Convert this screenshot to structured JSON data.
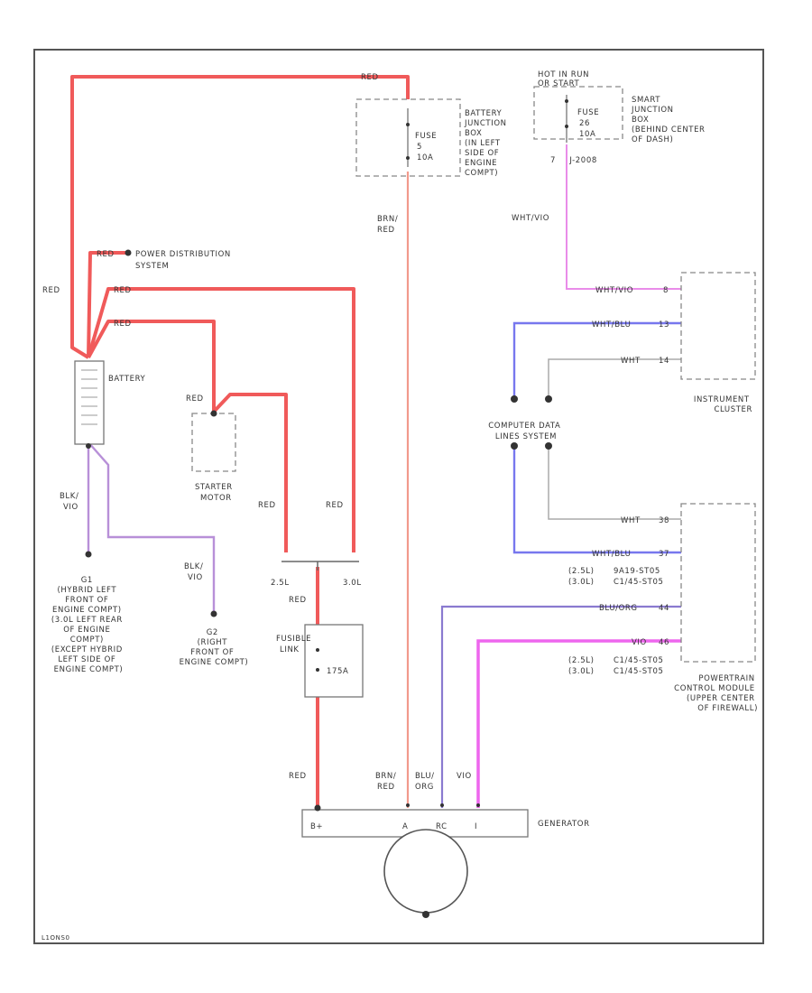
{
  "labels": {
    "wire_red_top": "RED",
    "battery_jbox": [
      "BATTERY",
      "JUNCTION",
      "BOX",
      "(IN LEFT",
      "SIDE OF",
      "ENGINE",
      "COMPT)"
    ],
    "fuse_top_left": [
      "FUSE",
      "5",
      "10A"
    ],
    "hot_run": [
      "HOT IN RUN",
      "OR START"
    ],
    "fuse_top_right": [
      "FUSE",
      "26",
      "10A"
    ],
    "smart_jbox": [
      "SMART",
      "JUNCTION",
      "BOX",
      "(BEHIND CENTER",
      "OF DASH)"
    ],
    "connector_top_right": "J-2008",
    "wire_brn_red_top": [
      "BRN/",
      "RED"
    ],
    "wire_wht_vio_vertical": "WHT/VIO",
    "wire_red_power": "RED",
    "power_distribution": [
      "POWER DISTRIBUTION",
      "SYSTEM"
    ],
    "wire_red_left": "RED",
    "wire_red_battery_1": "RED",
    "wire_red_battery_2": "RED",
    "battery": "BATTERY",
    "wire_red_starter": "RED",
    "starter_motor": [
      "STARTER",
      "MOTOR"
    ],
    "wire_blk_vio_left": [
      "BLK/",
      "VIO"
    ],
    "wire_blk_vio_right": [
      "BLK/",
      "VIO"
    ],
    "wire_red_mid_left": "RED",
    "wire_red_mid_right": "RED",
    "splice_left": "2.5L",
    "splice_right": "3.0L",
    "ground_g1": [
      "G1",
      "(HYBRID LEFT",
      "FRONT OF",
      "ENGINE COMPT)",
      "(3.0L LEFT REAR",
      "OF ENGINE",
      "COMPT)",
      "(EXCEPT HYBRID",
      "LEFT SIDE OF",
      "ENGINE COMPT)"
    ],
    "ground_g2": [
      "G2",
      "(RIGHT",
      "FRONT OF",
      "ENGINE COMPT)"
    ],
    "wire_red_fusible": "RED",
    "fusible_link": [
      "FUSIBLE",
      "LINK"
    ],
    "fusible_rating": "175A",
    "ic_wire_wht_vio": "WHT/VIO",
    "ic_pin_wht_vio": "8",
    "ic_wire_wht_blu": "WHT/BLU",
    "ic_pin_wht_blu": "13",
    "ic_wire_wht": "WHT",
    "ic_pin_wht": "14",
    "instrument_cluster": [
      "INSTRUMENT",
      "CLUSTER"
    ],
    "computer_data_lines": [
      "COMPUTER DATA",
      "LINES SYSTEM"
    ],
    "pcm_wire_wht": "WHT",
    "pcm_pin_wht": "38",
    "pcm_wire_wht_blu": "WHT/BLU",
    "pcm_pin_wht_blu": "37",
    "pcm_conn_row1_left": "(2.5L)",
    "pcm_conn_row1_right": "9A19-ST05",
    "pcm_conn_row2_left": "(3.0L)",
    "pcm_conn_row2_right": "C1/45-ST05",
    "pcm_wire_blu_org": "BLU/ORG",
    "pcm_pin_blu_org": "44",
    "pcm_wire_vio": "VIO",
    "pcm_pin_vio": "46",
    "pcm_conn_row3_left": "(2.5L)",
    "pcm_conn_row3_right": "C1/45-ST05",
    "pcm_conn_row4_left": "(3.0L)",
    "pcm_conn_row4_right": "C1/45-ST05",
    "pcm": [
      "POWERTRAIN",
      "CONTROL MODULE",
      "(UPPER CENTER",
      "OF FIREWALL)"
    ],
    "wire_red_bottom": "RED",
    "wire_brn_red_bottom": [
      "BRN/",
      "RED"
    ],
    "wire_blu_org_bottom": [
      "BLU/",
      "ORG"
    ],
    "wire_vio_bottom": "VIO",
    "gen_term_b": "B+",
    "gen_term_a": "A",
    "gen_term_rc": "RC",
    "gen_term_i": "I",
    "generator": "GENERATOR",
    "figure_id": "L1ONS0"
  },
  "colors": {
    "red": "#f05a5a",
    "brn_red": "#f29a8c",
    "pink": "#ee66ee",
    "blue": "#7777ee",
    "violet": "#8a7ad0",
    "purple": "#b890d8",
    "white": "#aaaaaa"
  }
}
